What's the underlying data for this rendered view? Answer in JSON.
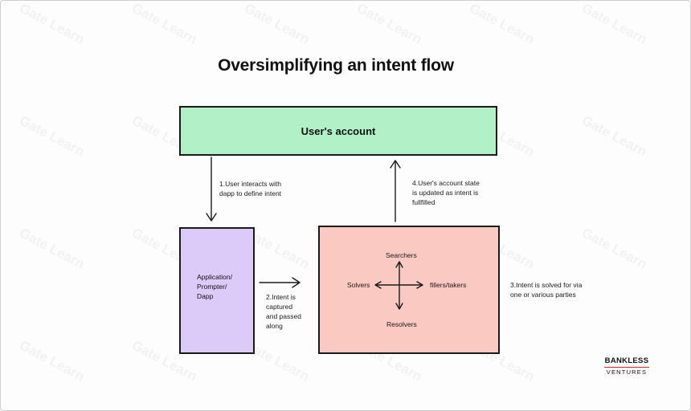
{
  "watermark": "Gate Learn",
  "title": "Oversimplifying an intent flow",
  "nodes": {
    "account": "User's account",
    "app_line1": "Application/",
    "app_line2": "Prompter/",
    "app_line3": "Dapp",
    "searchers": "Searchers",
    "solvers": "Solvers",
    "fillers": "fillers/takers",
    "resolvers": "Resolvers"
  },
  "steps": {
    "s1_line1": "1.User interacts with",
    "s1_line2": "dapp to define intent",
    "s2_line1": "2.Intent is",
    "s2_line2": "captured",
    "s2_line3": "and passed",
    "s2_line4": "along",
    "s3_line1": "3.Intent is solved for via",
    "s3_line2": "one or various parties",
    "s4_line1": "4.User's account state",
    "s4_line2": "is updated as intent is",
    "s4_line3": "fullfilled"
  },
  "brand": {
    "name": "BANKLESS",
    "sub": "VENTURES",
    "rule_color": "#dd2222"
  },
  "colors": {
    "account_fill": "#b2f0c8",
    "app_fill": "#dccaf9",
    "solver_fill": "#f9c9c2"
  }
}
